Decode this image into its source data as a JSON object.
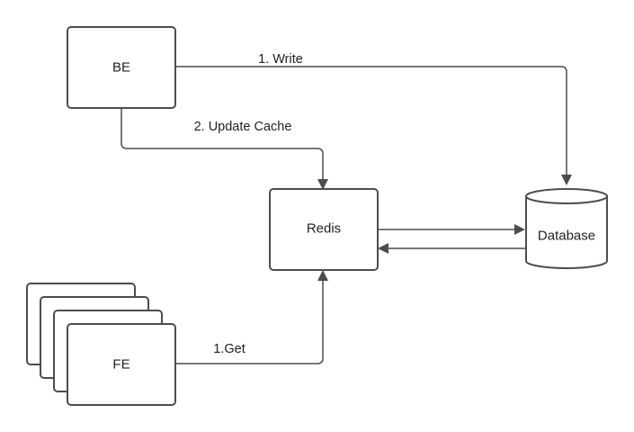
{
  "nodes": {
    "be": {
      "label": "BE"
    },
    "redis": {
      "label": "Redis"
    },
    "database": {
      "label": "Database"
    },
    "fe": {
      "label": "FE"
    }
  },
  "edges": {
    "write": {
      "label": "1. Write"
    },
    "update_cache": {
      "label": "2. Update Cache"
    },
    "get": {
      "label": "1.Get"
    },
    "redis_to_database": {
      "label": ""
    },
    "database_to_redis": {
      "label": ""
    }
  },
  "colors": {
    "stroke": "#4d4d4d",
    "text": "#222222",
    "background": "#ffffff"
  }
}
